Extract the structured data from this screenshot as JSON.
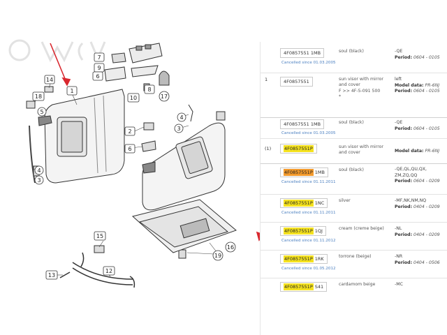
{
  "parts": [
    {
      "index": "",
      "pn": "4F0857551",
      "suffix": "1MB",
      "hl": "none",
      "cancel": "Cancelled since 01.03.2005",
      "desc": [
        "soul (black)"
      ],
      "codes": [
        "-QE"
      ],
      "period_label": "Period:",
      "period": "0604 - 0105",
      "model_label": "",
      "model": ""
    },
    {
      "index": "1",
      "pn": "4F0857551",
      "suffix": "",
      "hl": "none",
      "cancel": "",
      "desc": [
        "sun visor with mirror",
        "and cover",
        "F >> 4F-5-091 500",
        "*"
      ],
      "codes": [
        "left"
      ],
      "period_label": "Period:",
      "period": "0604 - 0105",
      "model_label": "Model data:",
      "model": "PR-6NJ"
    },
    {
      "index": "",
      "pn": "4F0857551",
      "suffix": "1MB",
      "hl": "none",
      "cancel": "Cancelled since 01.03.2005",
      "desc": [
        "soul (black)"
      ],
      "codes": [
        "-QE"
      ],
      "period_label": "Period:",
      "period": "0604 - 0105",
      "model_label": "",
      "model": ""
    },
    {
      "index": "(1)",
      "pn": "4F0857551P",
      "suffix": "",
      "hl": "yellow",
      "cancel": "",
      "desc": [
        "sun visor with mirror",
        "and cover"
      ],
      "codes": [],
      "period_label": "",
      "period": "",
      "model_label": "Model data:",
      "model": "PR-6NJ"
    },
    {
      "index": "",
      "pn": "4F0857551P",
      "suffix": "1MB",
      "hl": "orange",
      "cancel": "Cancelled since 01.11.2011",
      "desc": [
        "soul (black)"
      ],
      "codes": [
        "-QE,QL,QU,QX,",
        "ZM,ZQ,QQ"
      ],
      "period_label": "Period:",
      "period": "0604 - 0209",
      "model_label": "",
      "model": ""
    },
    {
      "index": "",
      "pn": "4F0857551P",
      "suffix": "1NC",
      "hl": "yellow",
      "cancel": "Cancelled since 01.11.2011",
      "desc": [
        "silver"
      ],
      "codes": [
        "-MF,NK,NM,NQ"
      ],
      "period_label": "Period:",
      "period": "0404 - 0209",
      "model_label": "",
      "model": ""
    },
    {
      "index": "",
      "pn": "4F0857551P",
      "suffix": "1QJ",
      "hl": "yellow",
      "cancel": "Cancelled since 01.11.2012",
      "desc": [
        "cream (creme beige)"
      ],
      "codes": [
        "-NL"
      ],
      "period_label": "Period:",
      "period": "0404 - 0209",
      "model_label": "",
      "model": ""
    },
    {
      "index": "",
      "pn": "4F0857551P",
      "suffix": "1RK",
      "hl": "yellow",
      "cancel": "Cancelled since 01.05.2012",
      "desc": [
        "torrone (beige)"
      ],
      "codes": [
        "-NR"
      ],
      "period_label": "Period:",
      "period": "0404 - 0506",
      "model_label": "",
      "model": ""
    },
    {
      "index": "",
      "pn": "4F0857551P",
      "suffix": "S41",
      "hl": "yellow",
      "cancel": "",
      "desc": [
        "cardamom beige"
      ],
      "codes": [
        "-MC"
      ],
      "period_label": "",
      "period": "",
      "model_label": "",
      "model": ""
    }
  ],
  "callouts": [
    "7",
    "9",
    "6",
    "8",
    "10",
    "17",
    "14",
    "1",
    "18",
    "5",
    "4",
    "3",
    "4",
    "3",
    "2",
    "6",
    "16",
    "15",
    "19",
    "13",
    "12"
  ],
  "colors": {
    "highlight": "#f5e21f",
    "highlight_active": "#f39a2c",
    "link": "#4a7fc0",
    "arrow": "#d9282f"
  }
}
